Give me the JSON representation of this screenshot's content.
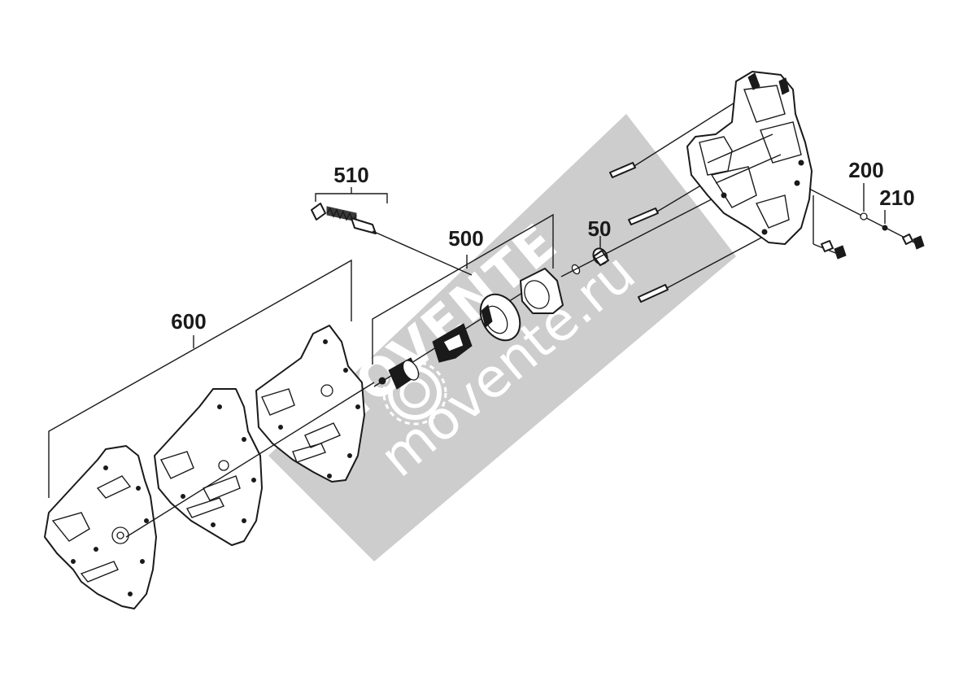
{
  "diagram": {
    "callouts": [
      {
        "id": "600",
        "label": "600"
      },
      {
        "id": "510",
        "label": "510"
      },
      {
        "id": "500",
        "label": "500"
      },
      {
        "id": "50",
        "label": "50"
      },
      {
        "id": "200",
        "label": "200"
      },
      {
        "id": "210",
        "label": "210"
      }
    ]
  },
  "watermark": {
    "brand": "MOVENTE",
    "site": "movente.ru",
    "color": "#c8c8c8"
  },
  "colors": {
    "line": "#1a1a1a",
    "background": "#ffffff"
  }
}
